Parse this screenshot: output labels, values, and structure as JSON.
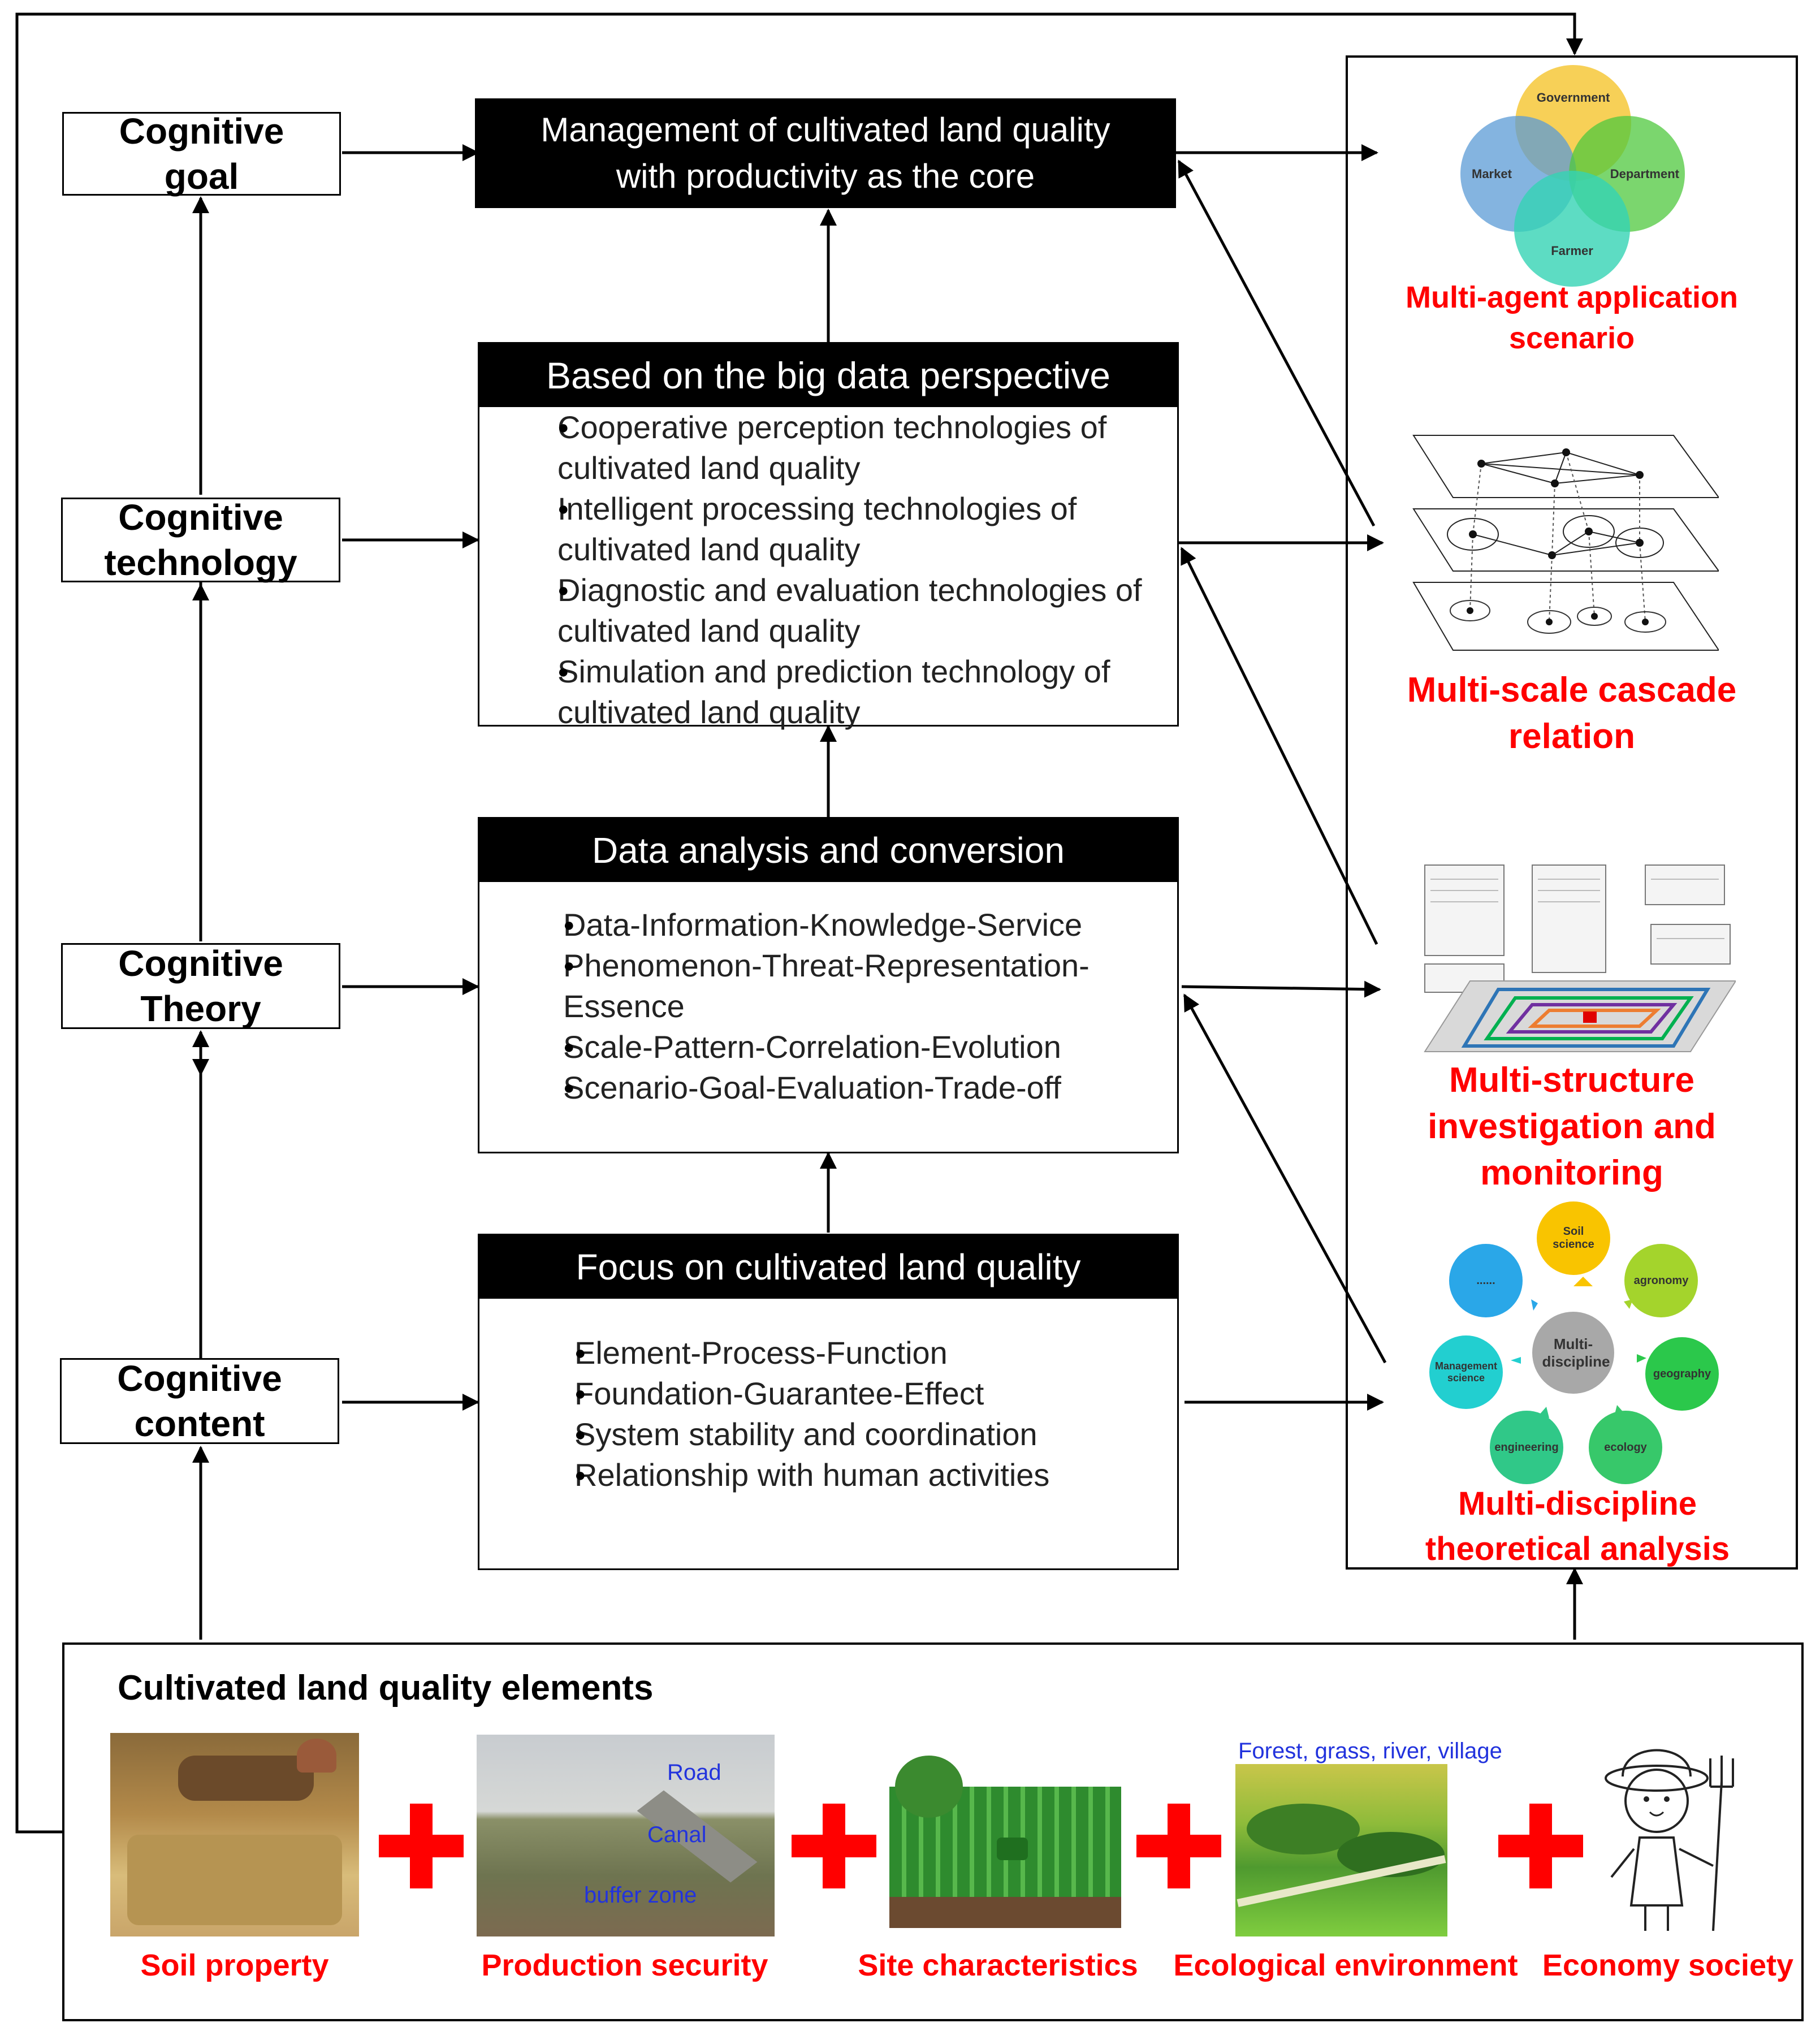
{
  "cognitive": {
    "goal": "Cognitive goal",
    "technology": "Cognitive technology",
    "theory": "Cognitive Theory",
    "content": "Cognitive content"
  },
  "management": {
    "line1": "Management of cultivated land quality",
    "line2": "with productivity as the core"
  },
  "big_data": {
    "header": "Based on the big data perspective",
    "items": [
      "Cooperative perception technologies of cultivated land quality",
      "Intelligent processing technologies of cultivated land quality",
      "Diagnostic and evaluation technologies of cultivated land quality",
      "Simulation and prediction technology of cultivated land quality"
    ]
  },
  "data_analysis": {
    "header": "Data analysis and conversion",
    "items": [
      "Data-Information-Knowledge-Service",
      "Phenomenon-Threat-Representation-Essence",
      "Scale-Pattern-Correlation-Evolution",
      "Scenario-Goal-Evaluation-Trade-off"
    ]
  },
  "focus": {
    "header": "Focus on cultivated land quality",
    "items": [
      "Element-Process-Function",
      "Foundation-Guarantee-Effect",
      "System stability and coordination",
      "Relationship with human activities"
    ]
  },
  "right_panel": {
    "venn": [
      "Government",
      "Market",
      "Department",
      "Farmer"
    ],
    "multi_agent": "Multi-agent application scenario",
    "cascade": "Multi-scale cascade relation",
    "structure": "Multi-structure investigation and monitoring",
    "center": "Multi-discipline",
    "disciplines": [
      "Soil science",
      "agronomy",
      "geography",
      "ecology",
      "engineering",
      "Management science",
      "......"
    ],
    "discipline_label": "Multi-discipline theoretical analysis"
  },
  "elements": {
    "title": "Cultivated land quality elements",
    "labels": [
      "Soil property",
      "Production security",
      "Site characteristics",
      "Ecological environment",
      "Economy society"
    ],
    "photo_tags": [
      "Road",
      "Canal",
      "buffer zone",
      "Forest, grass, river, village"
    ]
  },
  "colors": {
    "red": "#ff0000",
    "blue_text": "#2233dd",
    "venn_government": "#f6c83a",
    "venn_market": "#5b9bd5",
    "venn_department": "#4fc83e",
    "venn_farmer": "#34d3b4"
  }
}
